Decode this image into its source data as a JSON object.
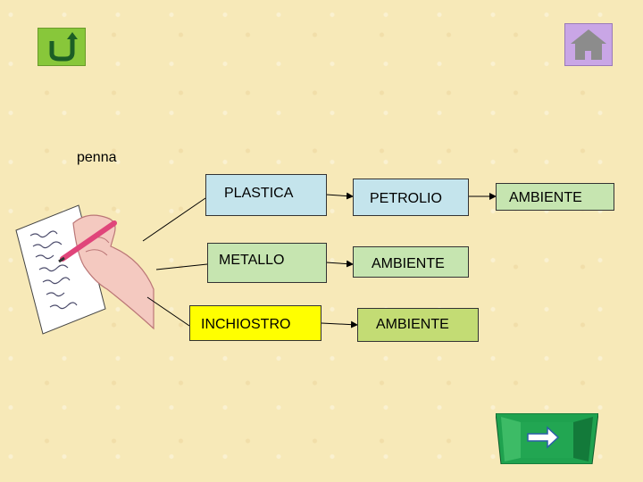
{
  "topic": "penna",
  "boxes": {
    "plastica": "PLASTICA",
    "metallo": "METALLO",
    "inchiostro": "INCHIOSTRO",
    "petrolio": "PETROLIO",
    "ambiente_metallo": "AMBIENTE",
    "ambiente_inchiostro": "AMBIENTE",
    "ambiente_petrolio": "AMBIENTE"
  },
  "colors": {
    "light_blue": "#c4e4ec",
    "light_green": "#c6e5b0",
    "yellow": "#ffff00",
    "olive_green": "#c3dc74",
    "back_button": "#88c73a",
    "home_button": "#c9a6e6",
    "next_button": "#1fa24f"
  },
  "icons": {
    "back": "u-turn-arrow-icon",
    "home": "house-icon",
    "next": "right-arrow-icon",
    "illustration": "hand-writing-with-pen-illustration"
  }
}
